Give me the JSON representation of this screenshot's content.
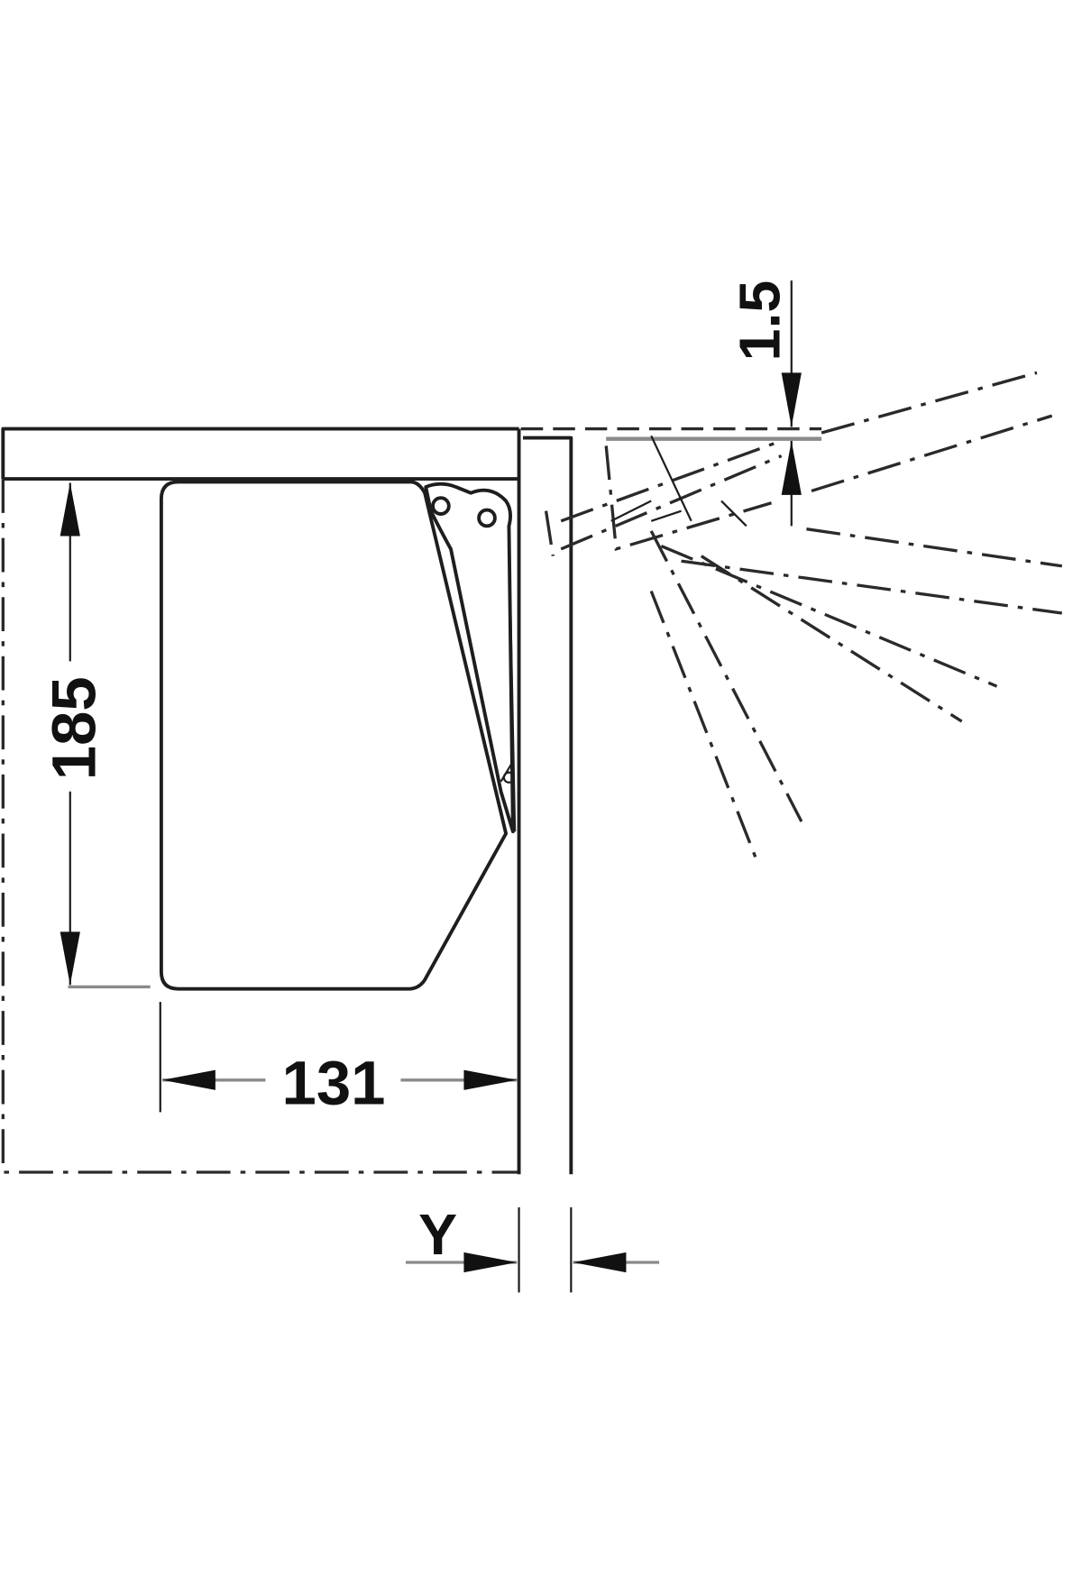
{
  "diagram": {
    "dimensions": {
      "height_label": "185",
      "width_label": "131",
      "offset_label": "Y",
      "gap_label": "1.5"
    },
    "colors": {
      "line": "#1e1e1e",
      "background": "#ffffff"
    }
  }
}
